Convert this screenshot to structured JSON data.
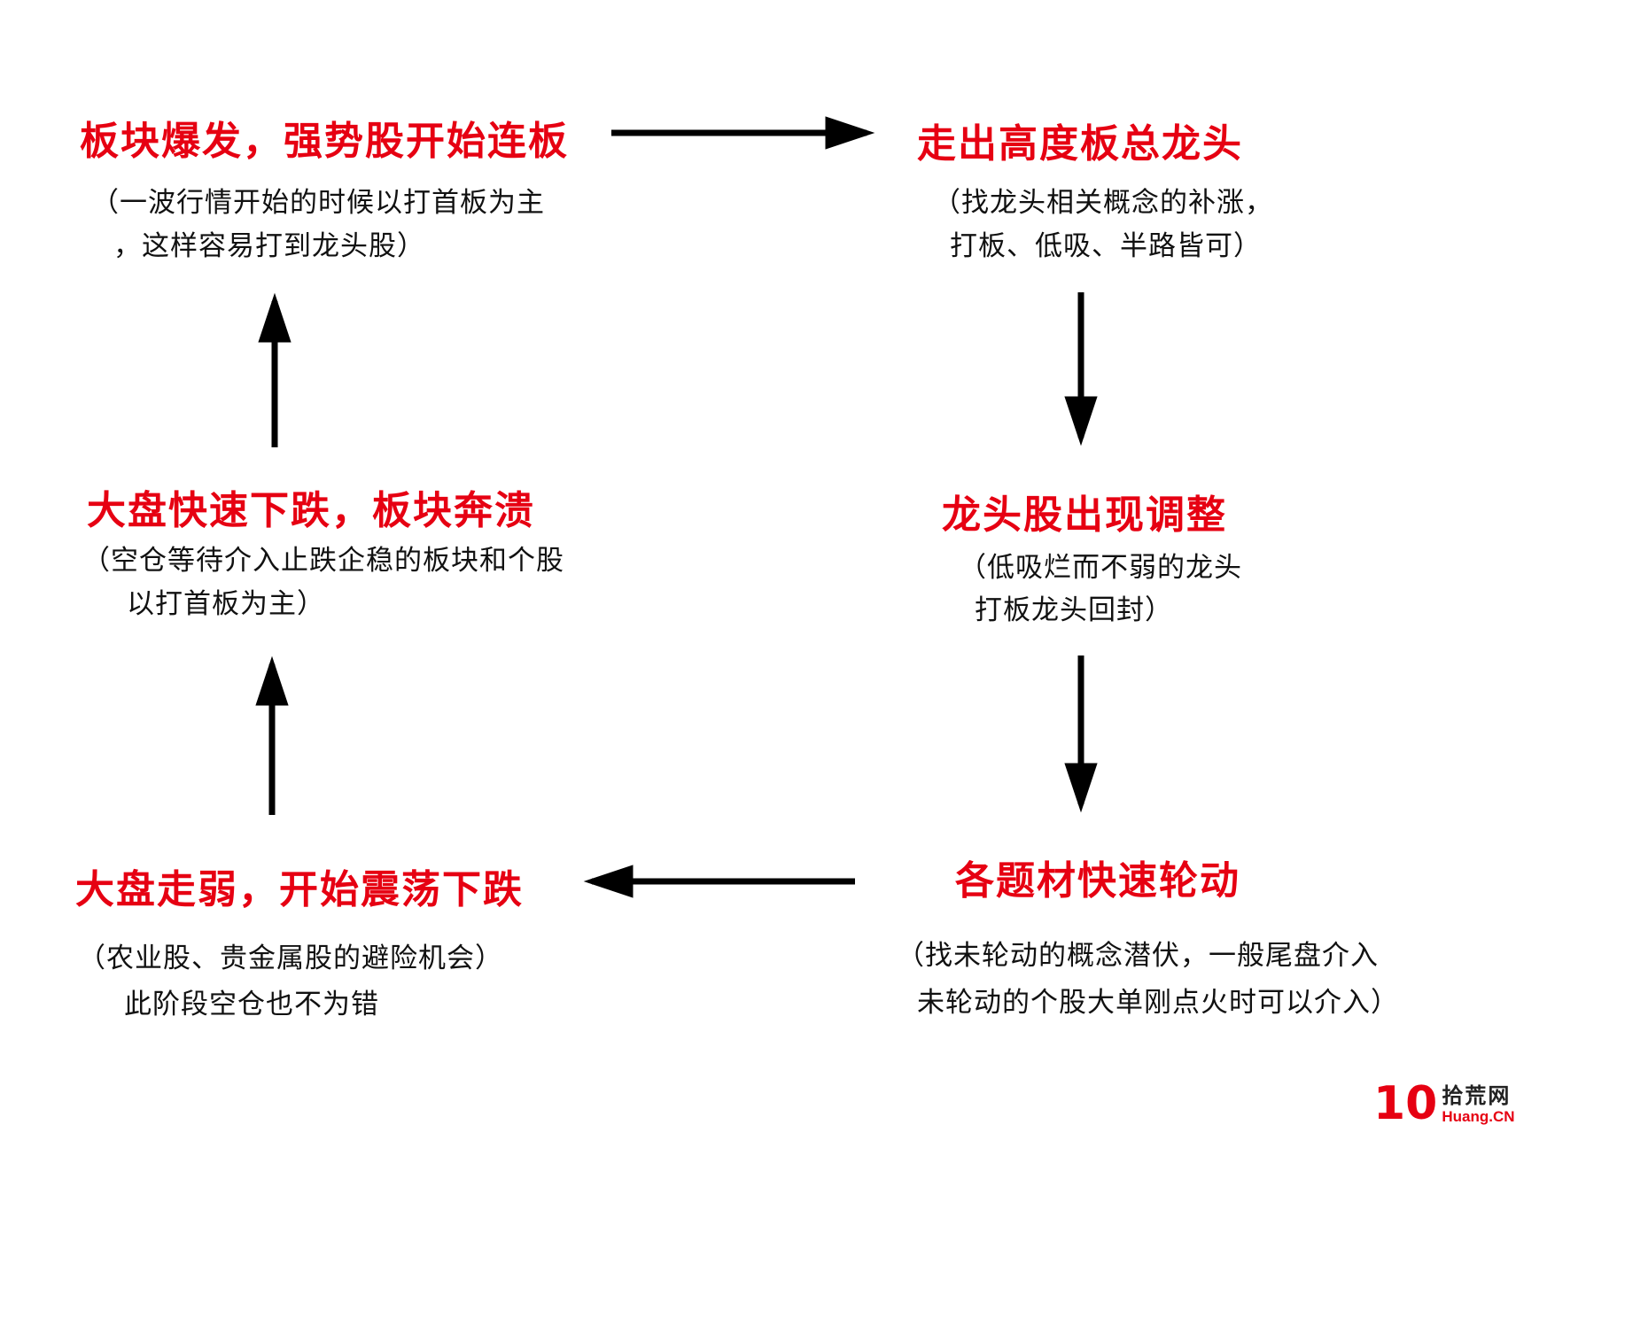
{
  "nodes": {
    "top_left": {
      "title": "板块爆发，强势股开始连板",
      "sub1": "（一波行情开始的时候以打首板为主",
      "sub2": "，这样容易打到龙头股）"
    },
    "top_right": {
      "title": "走出高度板总龙头",
      "sub1": "（找龙头相关概念的补涨，",
      "sub2": "打板、低吸、半路皆可）"
    },
    "mid_right": {
      "title": "龙头股出现调整",
      "sub1": "（低吸烂而不弱的龙头",
      "sub2": "打板龙头回封）"
    },
    "bottom_right": {
      "title": "各题材快速轮动",
      "sub1": "（找未轮动的概念潜伏，一般尾盘介入",
      "sub2": "未轮动的个股大单刚点火时可以介入）"
    },
    "bottom_left": {
      "title": "大盘走弱，开始震荡下跌",
      "sub1": "（农业股、贵金属股的避险机会）",
      "sub2": "此阶段空仓也不为错"
    },
    "mid_left": {
      "title": "大盘快速下跌，板块奔溃",
      "sub1": "（空仓等待介入止跌企稳的板块和个股",
      "sub2": "以打首板为主）"
    }
  },
  "watermark": {
    "logo": "10",
    "name": "拾荒网",
    "domain": "Huang.CN"
  },
  "colors": {
    "title_red": "#e60012",
    "body_text": "#111111",
    "arrow": "#000000",
    "background": "#ffffff"
  }
}
